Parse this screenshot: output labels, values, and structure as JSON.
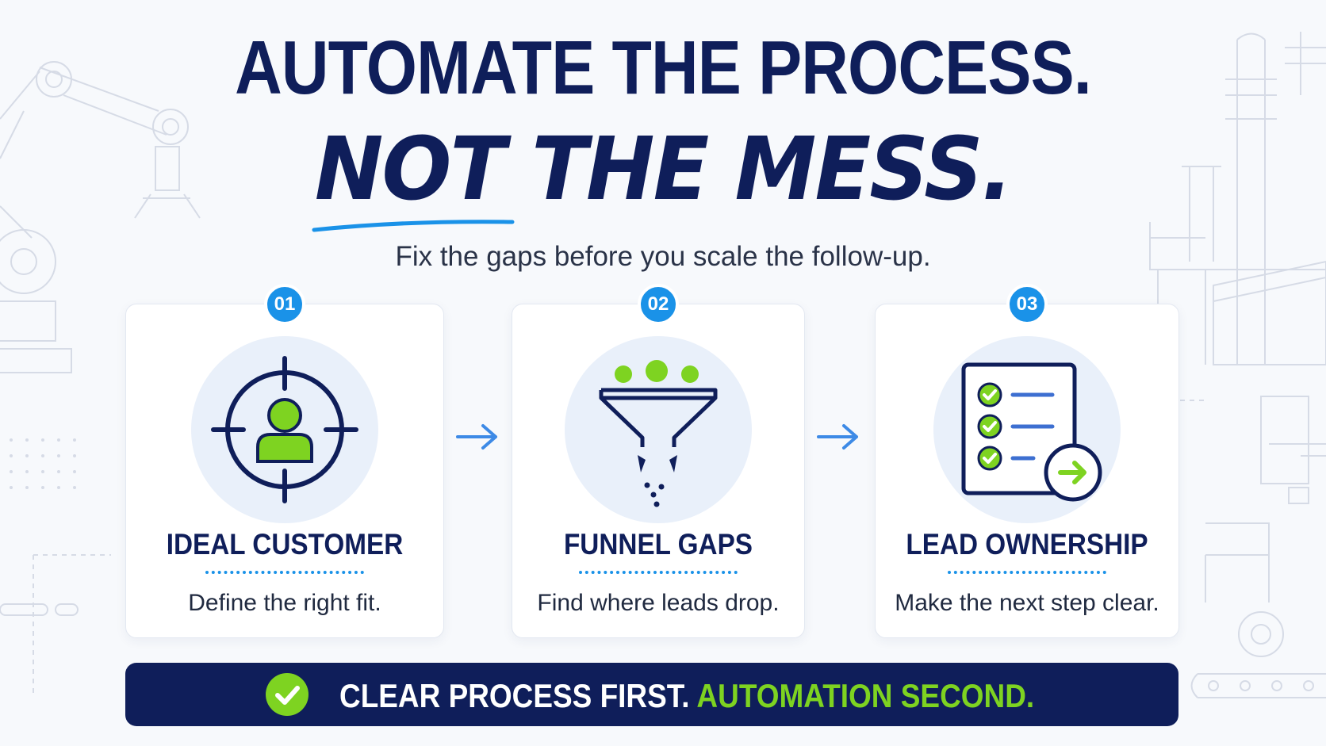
{
  "headline": {
    "line1": "AUTOMATE THE PROCESS.",
    "line2": "NOT THE MESS."
  },
  "subtitle": "Fix the gaps before you scale the follow-up.",
  "steps": [
    {
      "number": "01",
      "title": "IDEAL CUSTOMER",
      "description": "Define the right fit.",
      "icon": "target-person-icon"
    },
    {
      "number": "02",
      "title": "FUNNEL GAPS",
      "description": "Find where leads drop.",
      "icon": "leaky-funnel-icon"
    },
    {
      "number": "03",
      "title": "LEAD OWNERSHIP",
      "description": "Make the next step clear.",
      "icon": "checklist-arrow-icon"
    }
  ],
  "banner": {
    "part1": "CLEAR PROCESS FIRST.",
    "part2": "AUTOMATION SECOND.",
    "icon": "check-circle-icon"
  },
  "colors": {
    "navy": "#0f1e5a",
    "accent_blue": "#1a92e8",
    "accent_green": "#7ed321"
  }
}
